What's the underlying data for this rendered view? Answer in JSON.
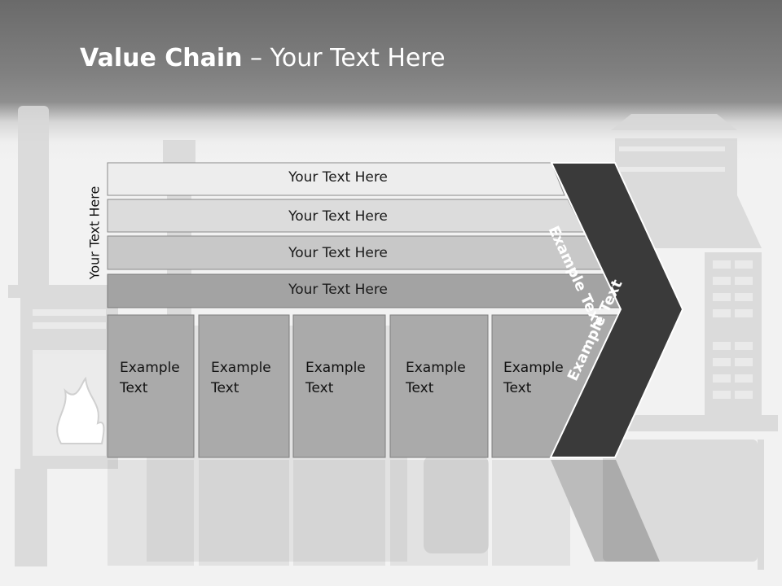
{
  "slide": {
    "title_bold": "Value Chain",
    "title_rest": " – Your Text Here",
    "side_label": "Your Text Here"
  },
  "rows": [
    {
      "label": "Your Text Here"
    },
    {
      "label": "Your Text Here"
    },
    {
      "label": "Your Text Here"
    },
    {
      "label": "Your Text Here"
    }
  ],
  "columns": [
    {
      "line1": "Example",
      "line2": "Text"
    },
    {
      "line1": "Example",
      "line2": "Text"
    },
    {
      "line1": "Example",
      "line2": "Text"
    },
    {
      "line1": "Example",
      "line2": "Text"
    },
    {
      "line1": "Example",
      "line2": "Text"
    }
  ],
  "chevron": {
    "upper_label": "Example Text",
    "lower_label": "Example Text"
  },
  "colors": {
    "chevron": "#3a3a3a",
    "row1": "#ededed",
    "row2": "#dcdcdc",
    "row3": "#c8c8c8",
    "row4": "#a3a3a3",
    "columns": "#aaaaaa"
  }
}
